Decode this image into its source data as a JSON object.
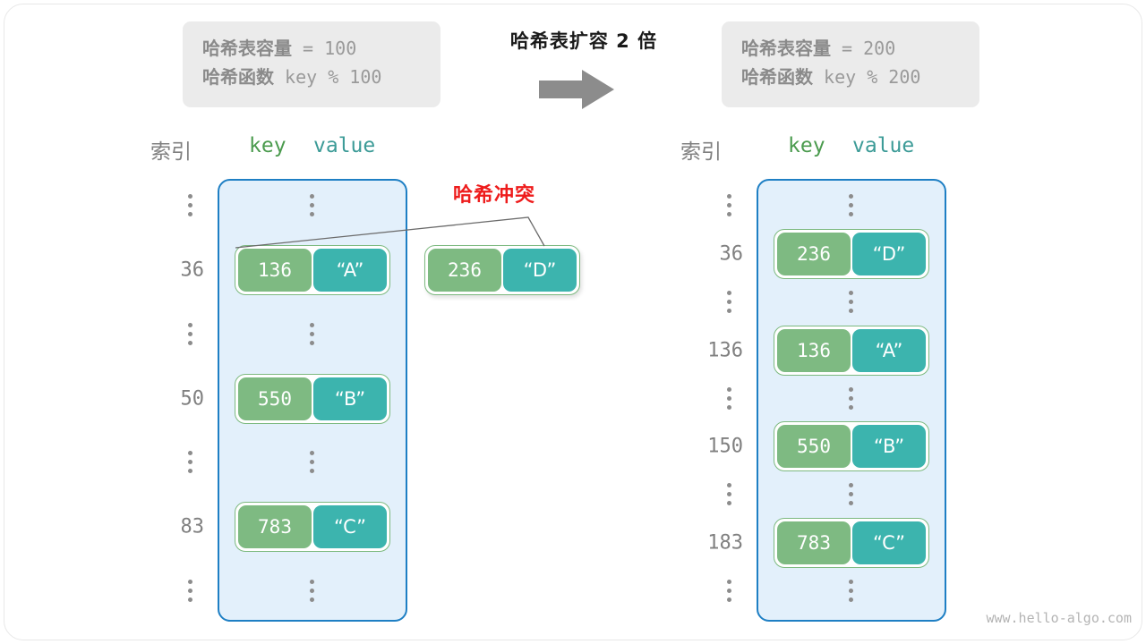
{
  "diagram": {
    "middle_caption": "哈希表扩容 2 倍",
    "arrow_icon": "right-arrow-icon",
    "watermark": "www.hello-algo.com",
    "collision_label": "哈希冲突",
    "colors": {
      "key_cell": "#7eba82",
      "value_cell": "#3cb4ae",
      "pair_border": "#7cb97f",
      "table_fill": "#e3f0fb",
      "table_border": "#1e7fc4",
      "info_box": "#ebebeb",
      "collision_red": "#ee1c1c",
      "index_gray": "#808080",
      "arrow_gray": "#8c8c8c"
    }
  },
  "before": {
    "info": {
      "line1_label": "哈希表容量",
      "line1_value": " = 100",
      "line2_label": "哈希函数",
      "line2_value": " key % 100"
    },
    "headers": {
      "index": "索引",
      "key": "key",
      "value": "value"
    },
    "rows": [
      {
        "index": "⋮",
        "type": "ellipsis"
      },
      {
        "index": "36",
        "type": "pair",
        "key": "136",
        "value": "“A”"
      },
      {
        "index": "⋮",
        "type": "ellipsis"
      },
      {
        "index": "50",
        "type": "pair",
        "key": "550",
        "value": "“B”"
      },
      {
        "index": "⋮",
        "type": "ellipsis"
      },
      {
        "index": "83",
        "type": "pair",
        "key": "783",
        "value": "“C”"
      },
      {
        "index": "⋮",
        "type": "ellipsis"
      }
    ]
  },
  "colliding_entry": {
    "key": "236",
    "value": "“D”"
  },
  "after": {
    "info": {
      "line1_label": "哈希表容量",
      "line1_value": " = 200",
      "line2_label": "哈希函数",
      "line2_value": " key % 200"
    },
    "headers": {
      "index": "索引",
      "key": "key",
      "value": "value"
    },
    "rows": [
      {
        "index": "⋮",
        "type": "ellipsis"
      },
      {
        "index": "36",
        "type": "pair",
        "key": "236",
        "value": "“D”"
      },
      {
        "index": "⋮",
        "type": "ellipsis"
      },
      {
        "index": "136",
        "type": "pair",
        "key": "136",
        "value": "“A”"
      },
      {
        "index": "⋮",
        "type": "ellipsis"
      },
      {
        "index": "150",
        "type": "pair",
        "key": "550",
        "value": "“B”"
      },
      {
        "index": "⋮",
        "type": "ellipsis"
      },
      {
        "index": "183",
        "type": "pair",
        "key": "783",
        "value": "“C”"
      },
      {
        "index": "⋮",
        "type": "ellipsis"
      }
    ]
  }
}
